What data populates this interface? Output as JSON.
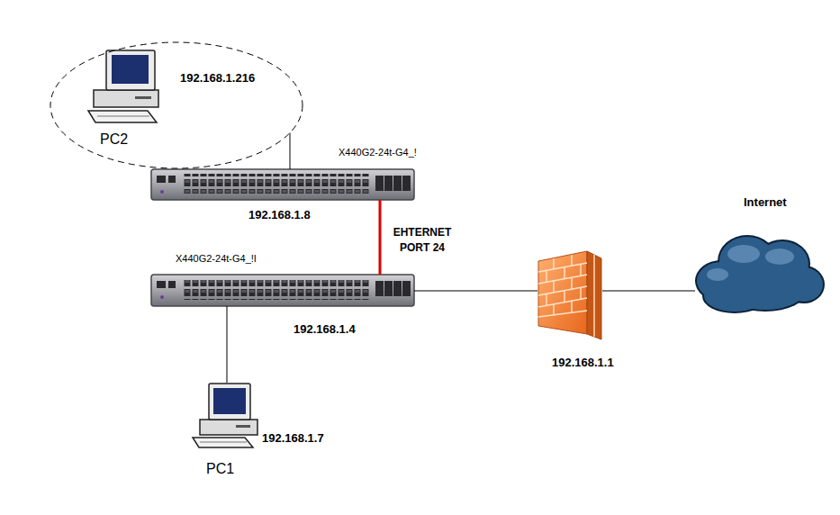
{
  "diagram": {
    "nodes": [
      {
        "text": [
          "192.168.1.216",
          "PC2"
        ]
      },
      {
        "text": [
          "X440G2-24t-G4_!",
          "192.168.1.8"
        ]
      },
      {
        "text": [
          "Internet"
        ]
      },
      {
        "text": [
          "X440G2-24t-G4_!I",
          "192.168.1.4"
        ]
      },
      {
        "text": [
          "192.168.1.1"
        ]
      },
      {
        "text": [
          "192.168.1.7",
          "PC1"
        ]
      }
    ],
    "edges": [
      {
        "from": 0,
        "to": 1,
        "arrow": "none"
      },
      {
        "from": 1,
        "to": 3,
        "label": "EHTERNET PORT 24",
        "arrow": "none"
      },
      {
        "from": 3,
        "to": 4,
        "arrow": "none"
      },
      {
        "from": 4,
        "to": 2,
        "arrow": "none"
      },
      {
        "from": 3,
        "to": 5,
        "arrow": "none"
      }
    ]
  }
}
